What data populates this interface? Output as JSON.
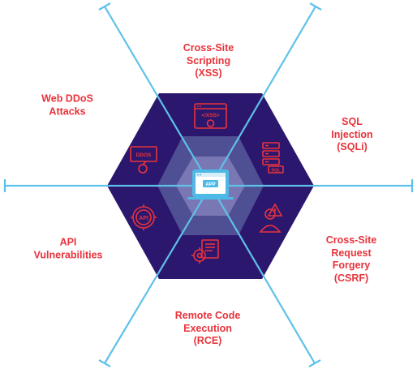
{
  "center": {
    "icon": "app-window-icon",
    "text": "APP"
  },
  "segments": [
    {
      "id": "xss",
      "label": "Cross-Site\nScripting\n(XSS)",
      "icon": "xss-browser-icon",
      "icon_text": "</XSS>"
    },
    {
      "id": "sqli",
      "label": "SQL Injection\n(SQLi)",
      "icon": "sql-server-icon",
      "icon_text": "SQL"
    },
    {
      "id": "csrf",
      "label": "Cross-Site\nRequest\nForgery\n(CSRF)",
      "icon": "hacker-alert-icon"
    },
    {
      "id": "rce",
      "label": "Remote Code\nExecution\n(RCE)",
      "icon": "code-gear-icon"
    },
    {
      "id": "api",
      "label": "API\nVulnerabilities",
      "icon": "api-gear-icon",
      "icon_text": "API"
    },
    {
      "id": "ddos",
      "label": "Web DDoS\nAttacks",
      "icon": "ddos-bomb-icon",
      "icon_text": "DDOS"
    }
  ],
  "colors": {
    "hexagon": "#2c176e",
    "inner_ring": "#4f4f93",
    "core": "#7a78b4",
    "divider": "#5ec1ea",
    "icon": "#e8333b",
    "label": "#e8333b",
    "app_box": "#4db9e6"
  }
}
